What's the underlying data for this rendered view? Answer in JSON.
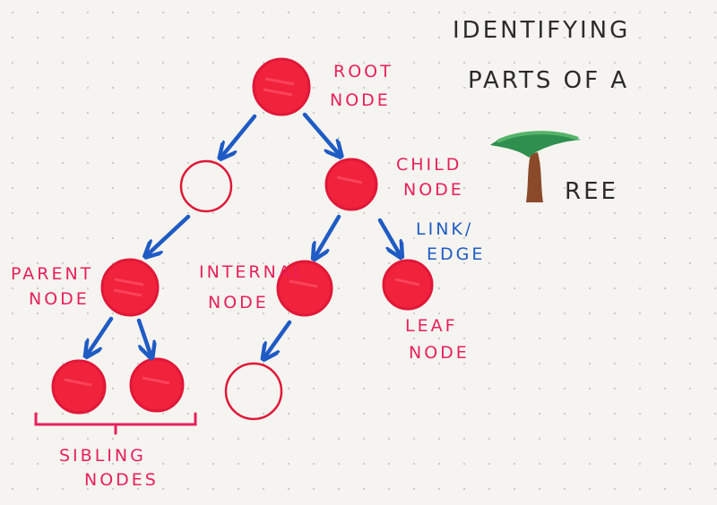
{
  "title": {
    "line1": "IDENTIFYING",
    "line2": "PARTS OF A",
    "tree_suffix": "REE"
  },
  "labels": {
    "root": [
      "ROOT",
      "NODE"
    ],
    "child": [
      "CHILD",
      "NODE"
    ],
    "link": [
      "LINK/",
      "EDGE"
    ],
    "parent": [
      "PARENT",
      "NODE"
    ],
    "internal": [
      "INTERNAL",
      "NODE"
    ],
    "leaf": [
      "LEAF",
      "NODE"
    ],
    "sibling": [
      "SIBLING",
      "NODES"
    ]
  },
  "colors": {
    "paper": "#f6f4f0",
    "dot": "#c9c6c0",
    "node_fill": "#f0223c",
    "node_stroke": "#e01838",
    "label_pink": "#e8205a",
    "arrow_blue": "#1f5bc4",
    "title_ink": "#2b2b2b",
    "tree_canopy": "#2f8f4e",
    "tree_trunk": "#8a4a2a"
  },
  "icons": {
    "tree": "palm-tree-icon"
  }
}
